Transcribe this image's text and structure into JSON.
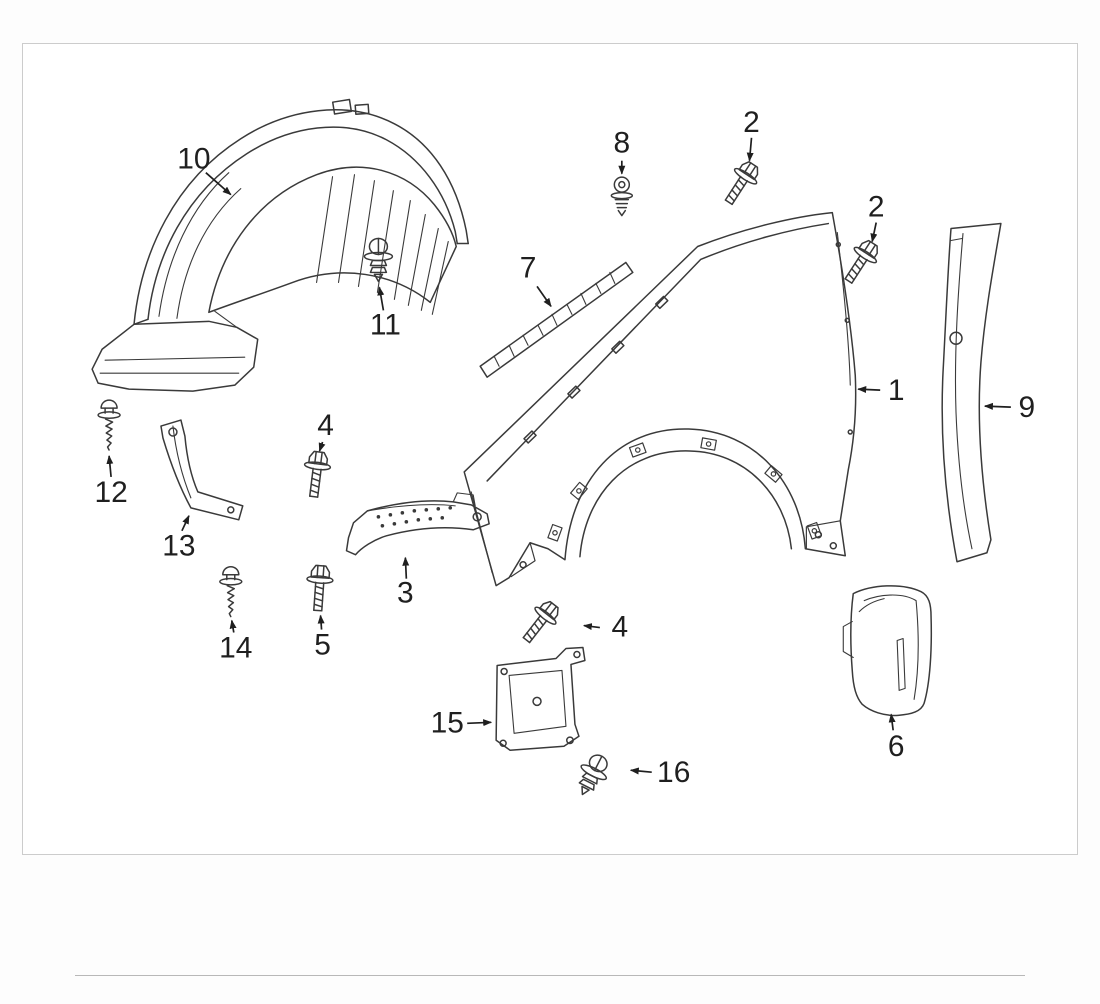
{
  "page": {
    "background": "#fdfdfd"
  },
  "diagram": {
    "kind": "exploded-parts-line-drawing",
    "subject": "front-fender-assembly",
    "colors": {
      "line": "#3a3a3a",
      "label": "#1f1f1f",
      "frame_border": "#cccccc",
      "panel_background": "#ffffff",
      "divider": "#b8b8b8"
    },
    "callouts": [
      {
        "id": "callout-10",
        "label": "10"
      },
      {
        "id": "callout-8",
        "label": "8"
      },
      {
        "id": "callout-2a",
        "label": "2"
      },
      {
        "id": "callout-2b",
        "label": "2"
      },
      {
        "id": "callout-11",
        "label": "11"
      },
      {
        "id": "callout-7",
        "label": "7"
      },
      {
        "id": "callout-1",
        "label": "1"
      },
      {
        "id": "callout-9",
        "label": "9"
      },
      {
        "id": "callout-12",
        "label": "12"
      },
      {
        "id": "callout-4a",
        "label": "4"
      },
      {
        "id": "callout-13",
        "label": "13"
      },
      {
        "id": "callout-3",
        "label": "3"
      },
      {
        "id": "callout-14",
        "label": "14"
      },
      {
        "id": "callout-5",
        "label": "5"
      },
      {
        "id": "callout-4b",
        "label": "4"
      },
      {
        "id": "callout-15",
        "label": "15"
      },
      {
        "id": "callout-16",
        "label": "16"
      },
      {
        "id": "callout-6",
        "label": "6"
      }
    ]
  }
}
